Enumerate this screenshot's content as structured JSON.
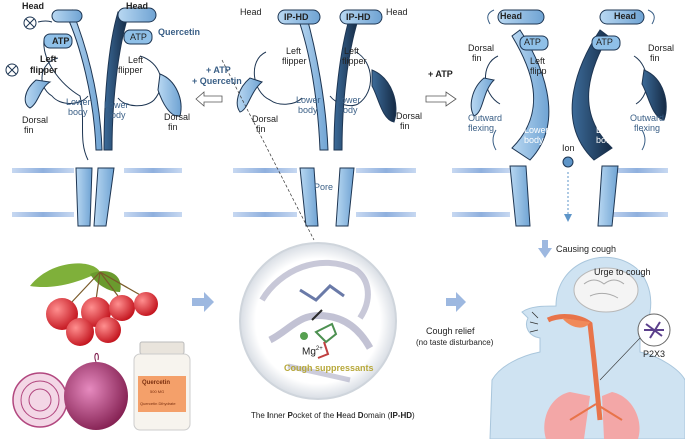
{
  "colors": {
    "light_blue": "#8fc0e8",
    "mid_blue": "#5e95c8",
    "dark_navy": "#1d3552",
    "membrane": "#a9c3e6",
    "arrow_fill": "#9db8e0",
    "cough_text": "#b7a83a",
    "body_skin": "#cfe3f2",
    "lung": "#f3a7a7"
  },
  "panel_left": {
    "head_a": "Head",
    "head_b": "Head",
    "atp": "ATP",
    "quercetin": "Quercetin",
    "left_flipper_a": "Left",
    "left_flipper_b": "flipper",
    "left_flipper2_a": "Left",
    "left_flipper2_b": "flipper",
    "lower_body_a": "Lower",
    "lower_body_b": "body",
    "lower_body2_a": "Lower",
    "lower_body2_b": "body",
    "dorsal_l_a": "Dorsal",
    "dorsal_l_b": "fin",
    "dorsal_r_a": "Dorsal",
    "dorsal_r_b": "fin"
  },
  "arrow_1": {
    "line1": "+ ATP",
    "line2": "+ Quercetin"
  },
  "panel_middle": {
    "head_l": "Head",
    "head_r": "Head",
    "iphd_l": "IP-HD",
    "iphd_r": "IP-HD",
    "flipper_l_a": "Left",
    "flipper_l_b": "flipper",
    "flipper_r_a": "Left",
    "flipper_r_b": "flipper",
    "lower_l_a": "Lower",
    "lower_l_b": "body",
    "lower_r_a": "Lower",
    "lower_r_b": "body",
    "dorsal_l_a": "Dorsal",
    "dorsal_l_b": "fin",
    "dorsal_r_a": "Dorsal",
    "dorsal_r_b": "fin",
    "pore": "Pore"
  },
  "arrow_2": {
    "label": "+ ATP"
  },
  "panel_right": {
    "head_l": "Head",
    "head_r": "Head",
    "atp_l": "ATP",
    "atp_r": "ATP",
    "dorsal_l_a": "Dorsal",
    "dorsal_l_b": "fin",
    "dorsal_r_a": "Dorsal",
    "dorsal_r_b": "fin",
    "left_flip_a": "Left",
    "left_flip_b": "flipp",
    "outward_l_a": "Outward",
    "outward_l_b": "flexing",
    "outward_r_a": "Outward",
    "outward_r_b": "flexing",
    "lower_l_a": "Lower",
    "lower_l_b": "body",
    "lower_r_a": "Lower",
    "lower_r_b": "body",
    "ion": "Ion"
  },
  "bottom": {
    "mg": "Mg",
    "mg_sup": "2+",
    "cough_suppressants": "Cough suppressants",
    "caption_pre": "The ",
    "caption_I": "I",
    "caption_nner": "nner ",
    "caption_P": "P",
    "caption_ocket": "ocket of the ",
    "caption_H": "H",
    "caption_ead": "ead ",
    "caption_D": "D",
    "caption_omain": "omain (",
    "caption_abbr": "IP-HD",
    "caption_end": ")",
    "cough_relief": "Cough relief",
    "no_taste": "(no taste disturbance)",
    "causing_cough": "Causing cough",
    "urge_to_cough": "Urge to cough",
    "p2x3": "P2X3",
    "bottle_brand": "Quercetin",
    "bottle_dose": "500 MG",
    "bottle_sub": "Quercetin Dihydrate"
  }
}
